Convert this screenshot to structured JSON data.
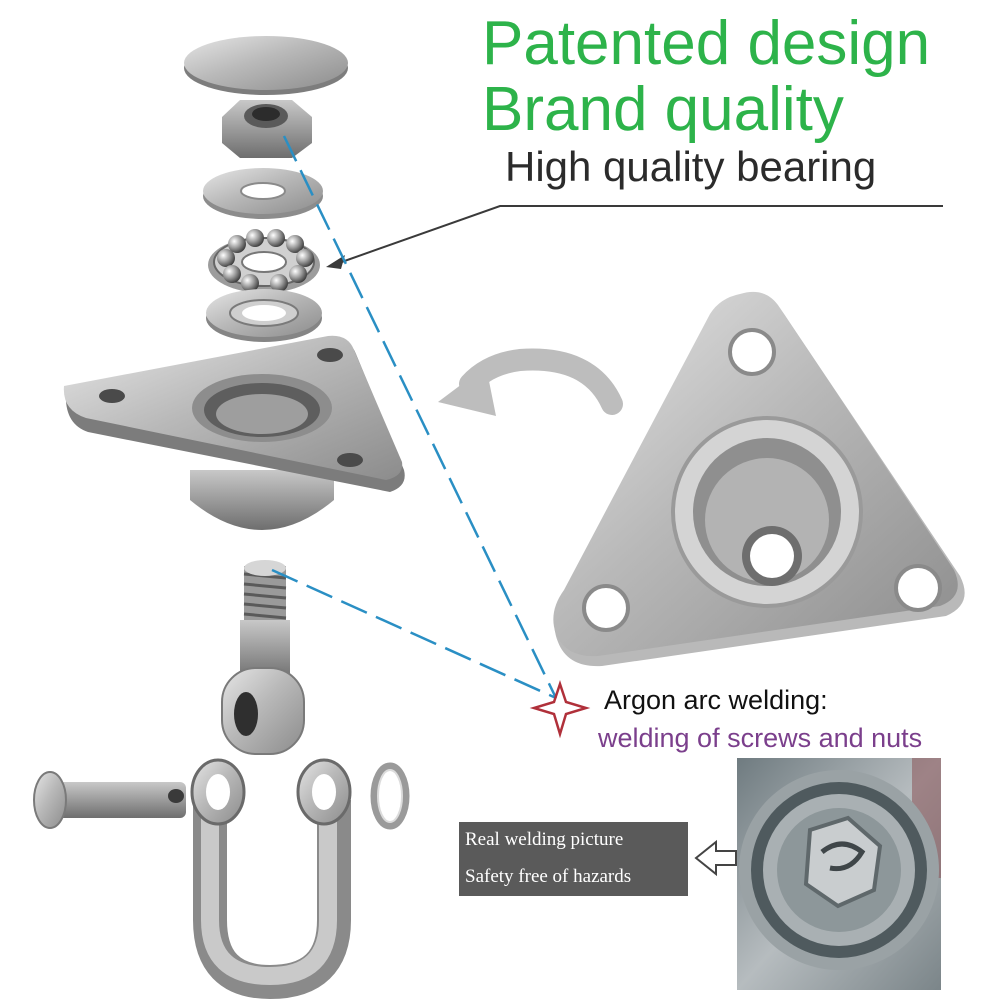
{
  "headline": {
    "line1": "Patented design",
    "line2": "Brand quality",
    "subline": "High quality bearing",
    "color": "#2db34a"
  },
  "callout": {
    "title": "Argon arc welding:",
    "detail": "welding of screws and nuts",
    "detail_color": "#7b3f8c",
    "marker_color": "#b0303a"
  },
  "photo_label": {
    "line1": "Real welding picture",
    "line2": "Safety free of hazards"
  },
  "parts": [
    {
      "name": "cap",
      "icon": "flat-cap-icon"
    },
    {
      "name": "nut",
      "icon": "hex-nut-icon"
    },
    {
      "name": "washer",
      "icon": "washer-icon"
    },
    {
      "name": "thrust bearing",
      "icon": "ball-bearing-icon"
    },
    {
      "name": "bearing washer",
      "icon": "bearing-washer-icon"
    },
    {
      "name": "triangle mount",
      "icon": "triangle-plate-icon"
    },
    {
      "name": "eye bolt",
      "icon": "eye-bolt-icon"
    },
    {
      "name": "clevis pin",
      "icon": "clevis-pin-icon"
    },
    {
      "name": "shackle",
      "icon": "d-shackle-icon"
    },
    {
      "name": "split ring",
      "icon": "split-ring-icon"
    }
  ],
  "accent_line_color": "#2a8fc4"
}
